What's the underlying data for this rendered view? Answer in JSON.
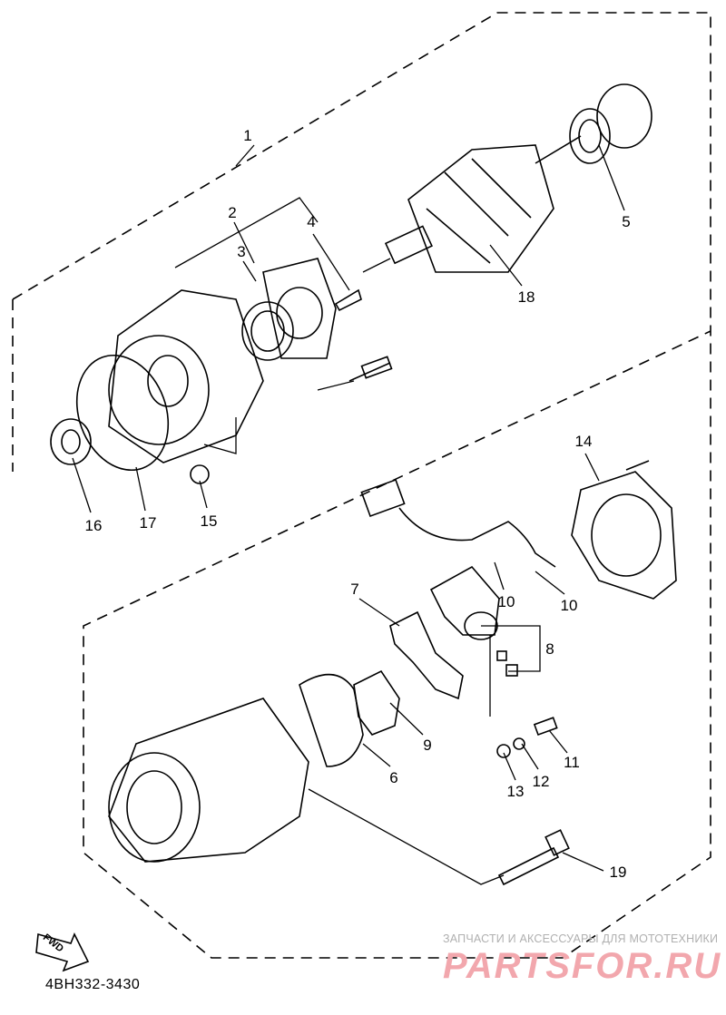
{
  "diagram": {
    "title_code": "4BH332-3430",
    "fwd_label": "FWD",
    "callouts": [
      "1",
      "2",
      "3",
      "4",
      "5",
      "18",
      "16",
      "17",
      "15",
      "14",
      "10",
      "10",
      "7",
      "8",
      "9",
      "6",
      "11",
      "12",
      "13",
      "19"
    ]
  },
  "watermark": {
    "tagline": "ЗАПЧАСТИ И АКСЕССУАРЫ ДЛЯ МОТОТЕХНИКИ",
    "logo": "PARTSFOR.RU",
    "color": "#f2a7ad"
  }
}
